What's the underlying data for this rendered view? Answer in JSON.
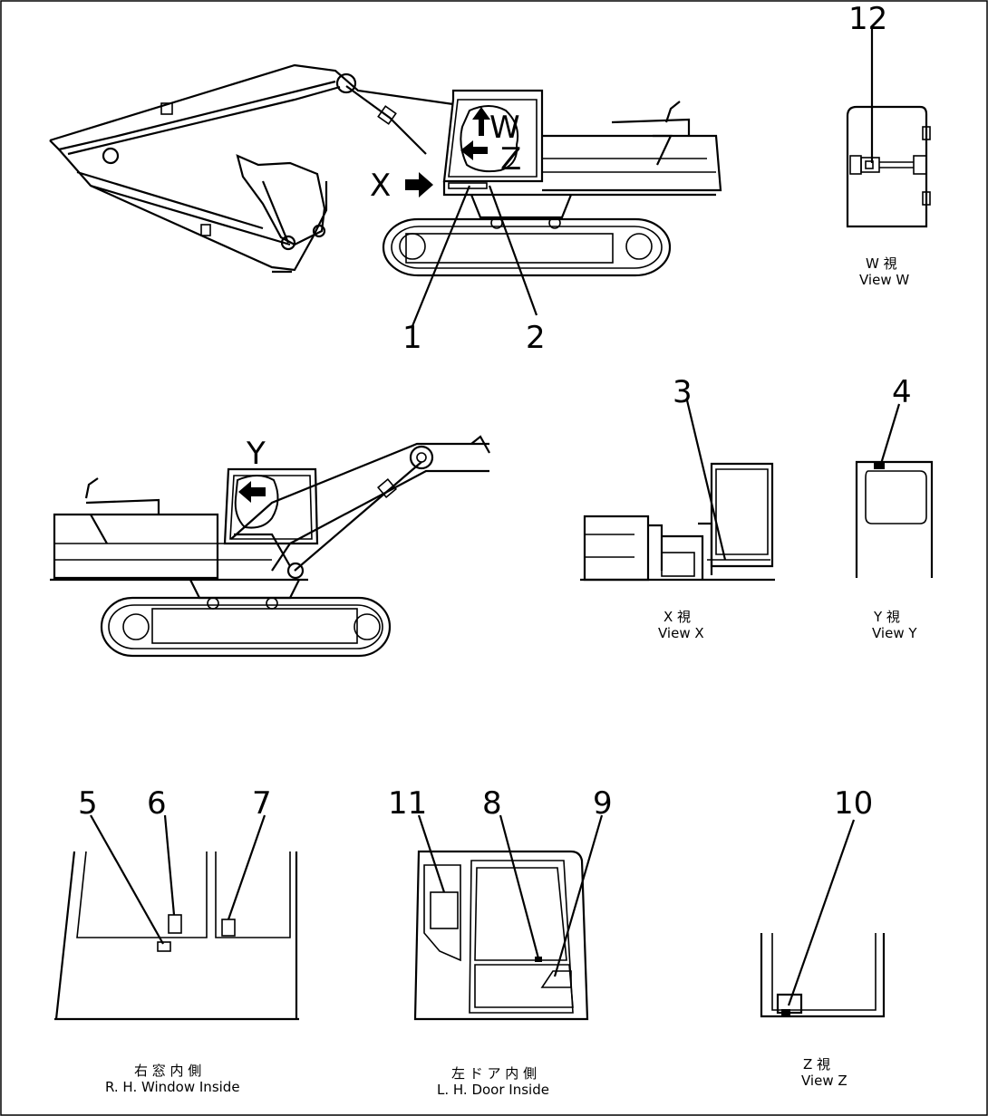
{
  "callouts": {
    "n1": "1",
    "n2": "2",
    "n3": "3",
    "n4": "4",
    "n5": "5",
    "n6": "6",
    "n7": "7",
    "n8": "8",
    "n9": "9",
    "n10": "10",
    "n11": "11",
    "n12": "12"
  },
  "view_letters": {
    "w": "W",
    "z": "Z",
    "x": "X",
    "y": "Y"
  },
  "captions": {
    "view_w_jp": "W 視",
    "view_w": "View W",
    "view_x_jp": "X 視",
    "view_x": "View X",
    "view_y_jp": "Y 視",
    "view_y": "View Y",
    "rh_window_jp": "右 窓 内 側",
    "rh_window": "R. H. Window Inside",
    "lh_door_jp": "左 ド ア 内 側",
    "lh_door": "L. H. Door Inside",
    "view_z_jp": "Z 視",
    "view_z": "View Z"
  }
}
